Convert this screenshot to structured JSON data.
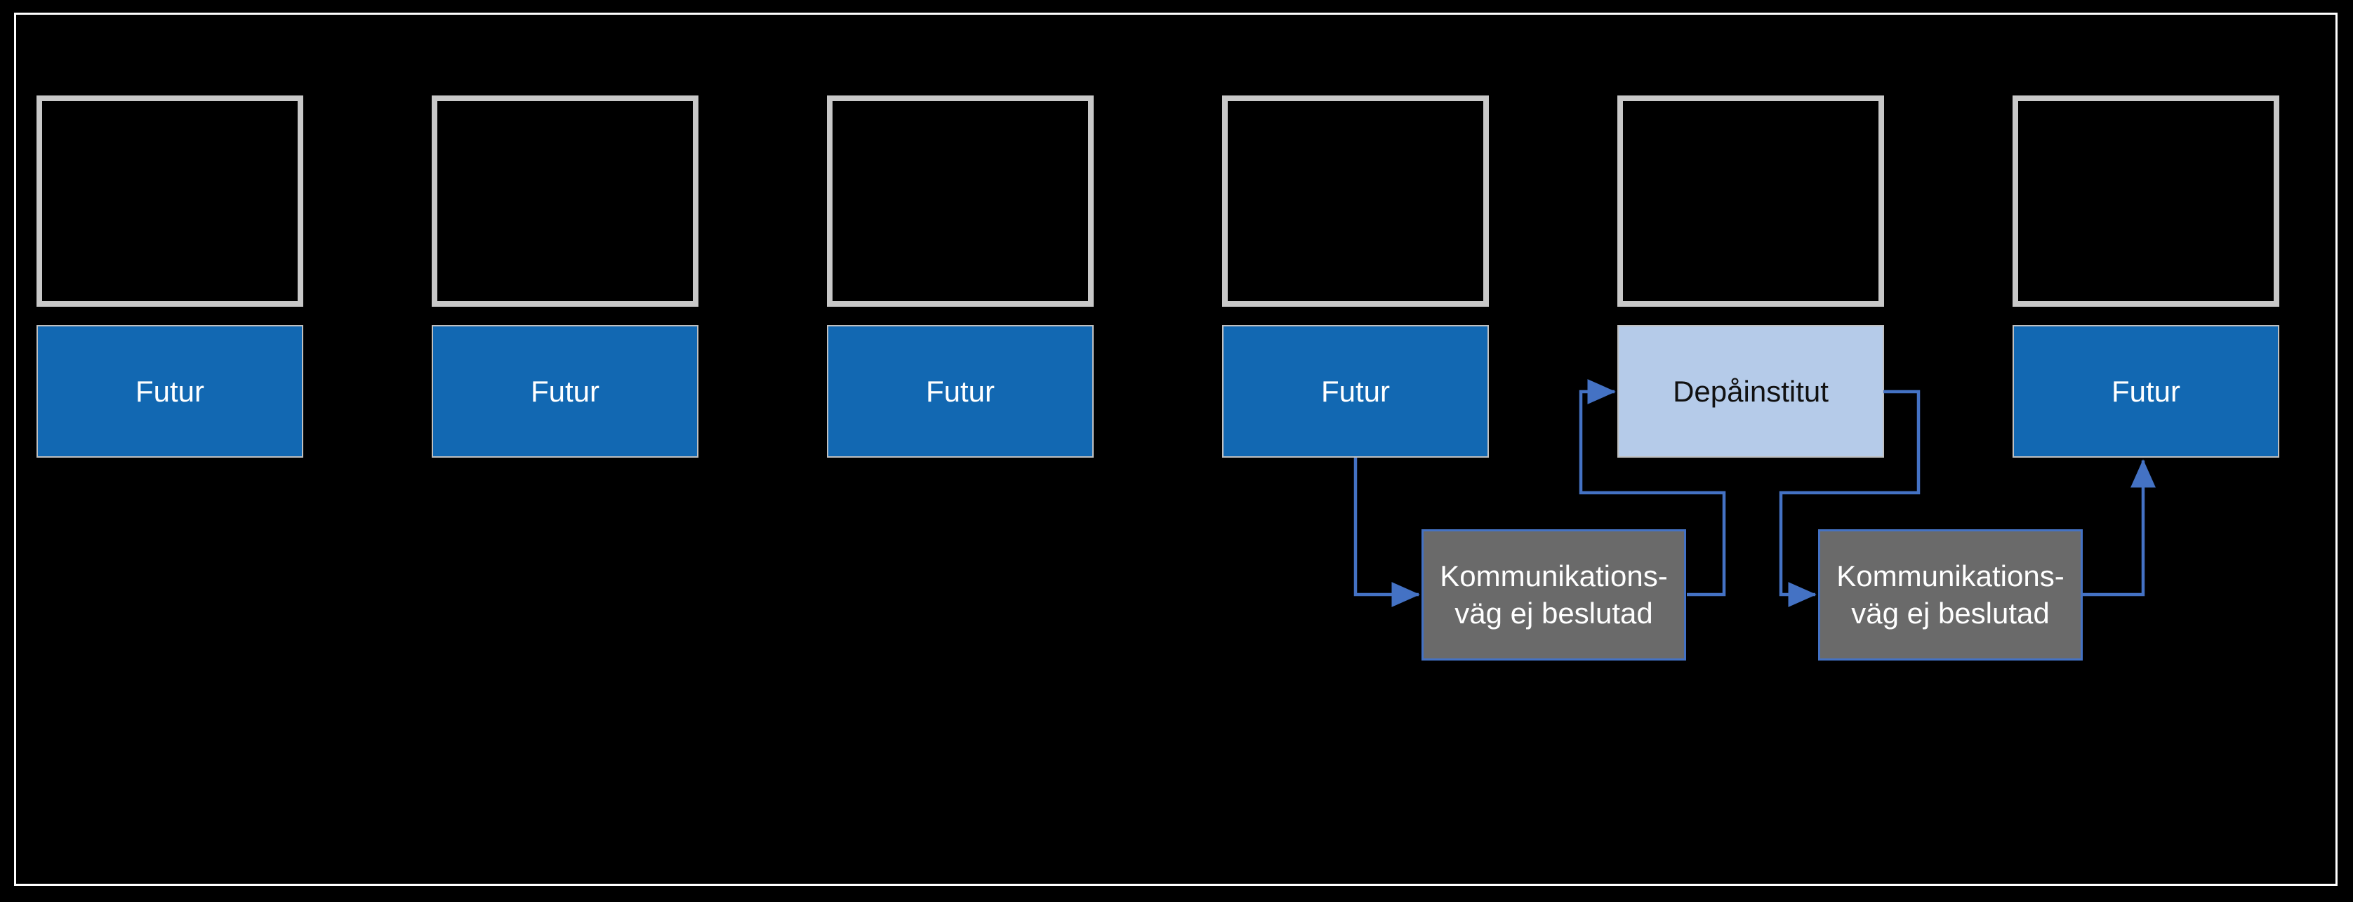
{
  "diagram": {
    "background": "#000000",
    "colors": {
      "frame_color": "#ffffff",
      "placeholder_border": "#c8c8c8",
      "label_box_border": "#c0c0c0",
      "primary_box_fill": "#1268b2",
      "primary_box_text": "#ffffff",
      "highlight_box_fill": "#b5cbe9",
      "highlight_box_text": "#111111",
      "note_box_fill": "#6a6a6a",
      "note_box_text": "#ffffff",
      "note_box_border": "#4472c4",
      "arrow_color": "#4472c4"
    },
    "columns": [
      {
        "label": "Futur",
        "type": "primary"
      },
      {
        "label": "Futur",
        "type": "primary"
      },
      {
        "label": "Futur",
        "type": "primary"
      },
      {
        "label": "Futur",
        "type": "primary"
      },
      {
        "label": "Depåinstitut",
        "type": "highlight"
      },
      {
        "label": "Futur",
        "type": "primary"
      }
    ],
    "notes": [
      {
        "line1": "Kommunikations-",
        "line2": "väg ej beslutad"
      },
      {
        "line1": "Kommunikations-",
        "line2": "väg ej beslutad"
      }
    ],
    "connections": [
      {
        "from": "futur-4",
        "to": "note-1"
      },
      {
        "from": "note-1",
        "to": "depainstitut"
      },
      {
        "from": "depainstitut",
        "to": "note-2"
      },
      {
        "from": "note-2",
        "to": "futur-6"
      }
    ]
  }
}
